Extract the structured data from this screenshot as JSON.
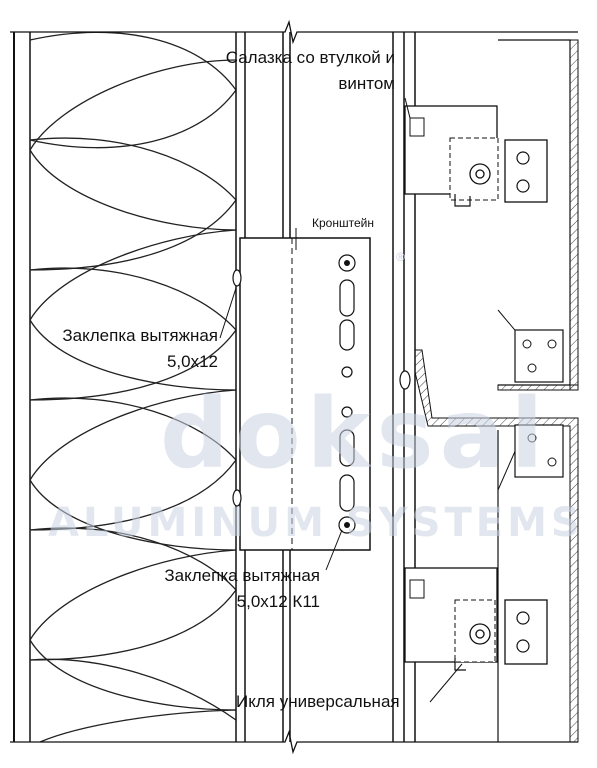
{
  "labels": {
    "slider": [
      "Салазка со втулкой и",
      "винтом"
    ],
    "bracket": "Кронштейн",
    "rivet1": [
      "Заклепка вытяжная",
      "5,0x12"
    ],
    "rivet2": [
      "Заклепка вытяжная",
      "5,0x12 К11"
    ],
    "hook": "Икля универсальная"
  },
  "watermark": {
    "brand": "doksal",
    "sub": "ALUMINUM SYSTEMS",
    "reg": "®"
  }
}
